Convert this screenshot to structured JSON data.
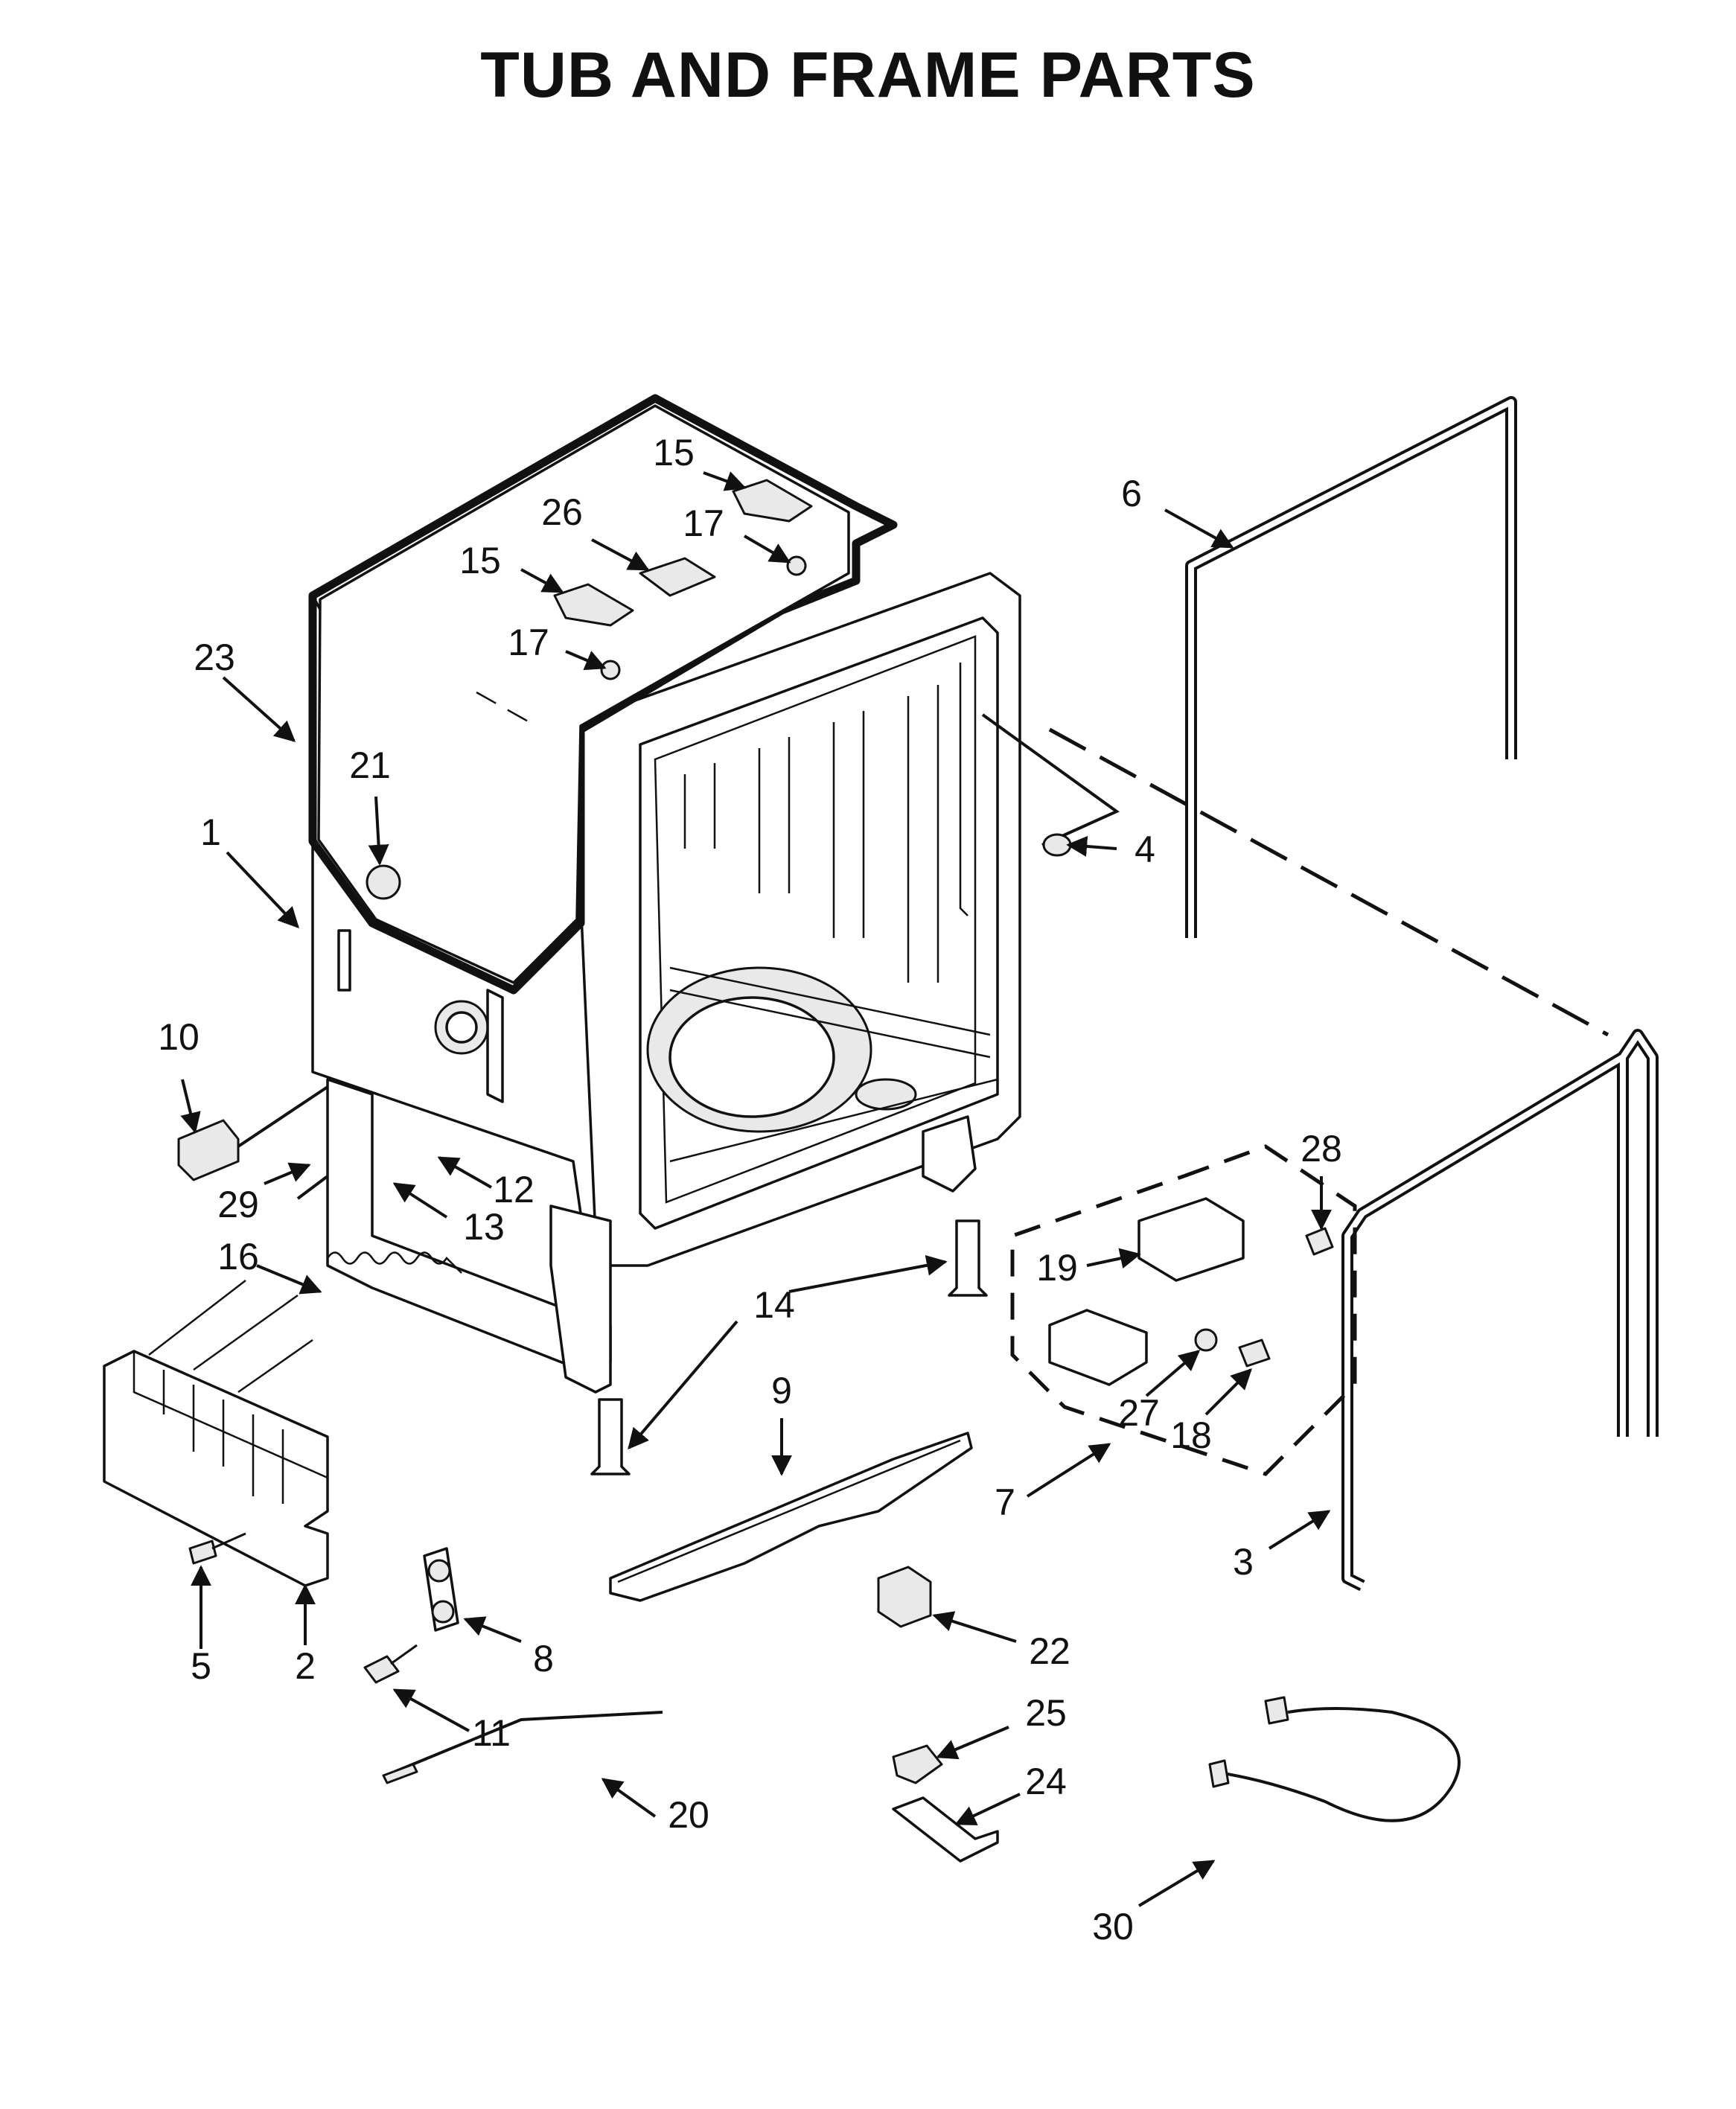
{
  "title": "TUB AND FRAME PARTS",
  "callouts": [
    "1",
    "2",
    "3",
    "4",
    "5",
    "6",
    "7",
    "8",
    "9",
    "10",
    "11",
    "12",
    "13",
    "14",
    "15",
    "15",
    "16",
    "17",
    "17",
    "18",
    "19",
    "20",
    "21",
    "22",
    "23",
    "24",
    "25",
    "26",
    "27",
    "28",
    "29",
    "30"
  ]
}
